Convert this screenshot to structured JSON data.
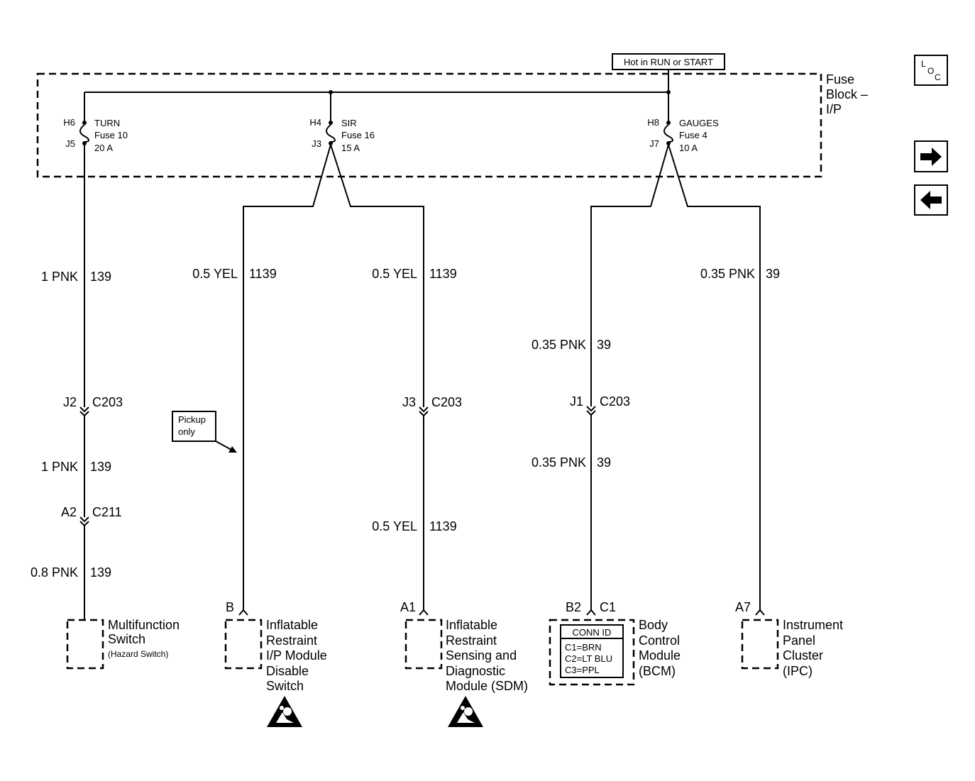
{
  "power_label": "Hot in RUN or START",
  "fuse_block": {
    "line1": "Fuse",
    "line2": "Block –",
    "line3": "I/P"
  },
  "nav": {
    "loc_l": "L",
    "loc_o": "O",
    "loc_c": "C",
    "next_glyph": "➡",
    "prev_glyph": "⬅"
  },
  "fuses": [
    {
      "in_pin": "H6",
      "out_pin": "J5",
      "name": "TURN",
      "fuse": "Fuse 10",
      "amps": "20 A"
    },
    {
      "in_pin": "H4",
      "out_pin": "J3",
      "name": "SIR",
      "fuse": "Fuse 16",
      "amps": "15 A"
    },
    {
      "in_pin": "H8",
      "out_pin": "J7",
      "name": "GAUGES",
      "fuse": "Fuse 4",
      "amps": "10 A"
    }
  ],
  "circuits": {
    "turn": [
      {
        "size_color": "1 PNK",
        "number": "139"
      },
      {
        "size_color": "1 PNK",
        "number": "139"
      },
      {
        "size_color": "0.8 PNK",
        "number": "139"
      }
    ],
    "sir_left": [
      {
        "size_color": "0.5 YEL",
        "number": "1139"
      }
    ],
    "sir_right": [
      {
        "size_color": "0.5 YEL",
        "number": "1139"
      },
      {
        "size_color": "0.5 YEL",
        "number": "1139"
      }
    ],
    "gauges_left": [
      {
        "size_color": "0.35 PNK",
        "number": "39"
      },
      {
        "size_color": "0.35 PNK",
        "number": "39"
      }
    ],
    "gauges_right": {
      "size_color": "0.35 PNK",
      "number": "39"
    }
  },
  "connectors": {
    "turn_j2": {
      "pin": "J2",
      "name": "C203"
    },
    "turn_a2": {
      "pin": "A2",
      "name": "C211"
    },
    "sir_j3": {
      "pin": "J3",
      "name": "C203"
    },
    "gauges_j1": {
      "pin": "J1",
      "name": "C203"
    }
  },
  "note": {
    "line1": "Pickup",
    "line2": "only"
  },
  "components": {
    "multifunction": {
      "line1": "Multifunction",
      "line2": "Switch",
      "line3": "(Hazard Switch)"
    },
    "disable": {
      "pin": "B",
      "lines": [
        "Inflatable",
        "Restraint",
        "I/P Module",
        "Disable",
        "Switch"
      ]
    },
    "sdm": {
      "pin": "A1",
      "lines": [
        "Inflatable",
        "Restraint",
        "Sensing and",
        "Diagnostic",
        "Module (SDM)"
      ]
    },
    "bcm": {
      "pin": "B2",
      "connector": "C1",
      "lines": [
        "Body",
        "Control",
        "Module",
        "(BCM)"
      ],
      "conn_id_title": "CONN ID",
      "conn_ids": [
        "C1=BRN",
        "C2=LT BLU",
        "C3=PPL"
      ]
    },
    "ipc": {
      "pin": "A7",
      "lines": [
        "Instrument",
        "Panel",
        "Cluster",
        "(IPC)"
      ]
    }
  }
}
